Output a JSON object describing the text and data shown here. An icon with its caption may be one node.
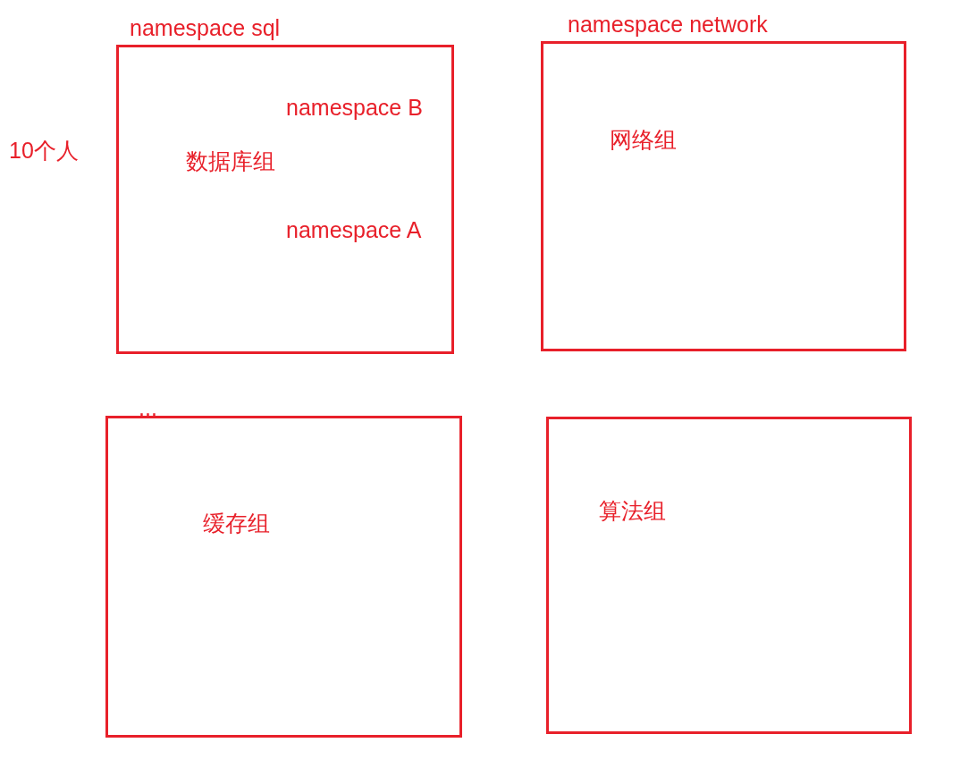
{
  "diagram": {
    "nodes": [
      {
        "text": [
          "namespace sql",
          "数据库组",
          "namespace B",
          "namespace A"
        ]
      },
      {
        "text": [
          "namespace network",
          "网络组"
        ]
      },
      {
        "text": [
          "...",
          "缓存组"
        ]
      },
      {
        "text": [
          "算法组"
        ]
      }
    ],
    "labels": [
      "10个人"
    ]
  }
}
